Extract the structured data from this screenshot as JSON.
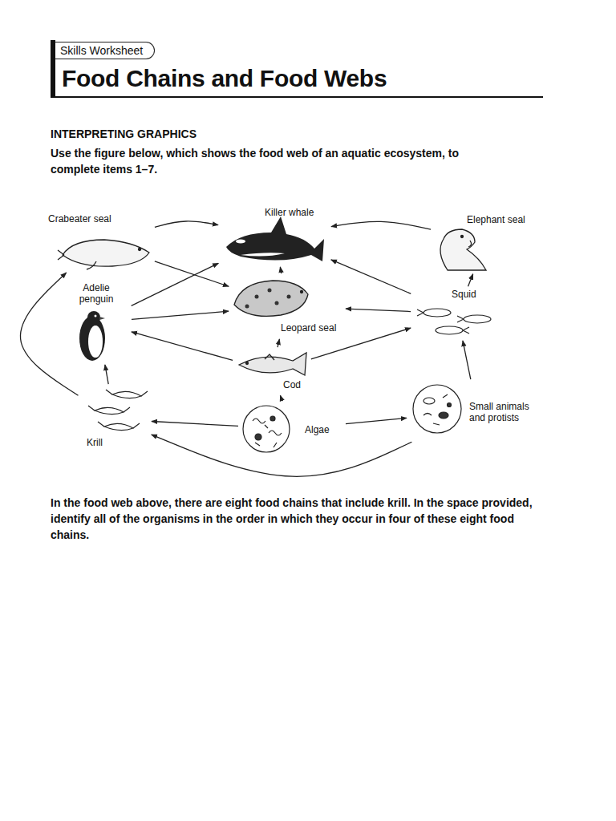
{
  "diagram": {
    "title": "Food Chains and Food Webs",
    "nodes": [
      {
        "text": [
          "Crabeater seal"
        ]
      },
      {
        "text": [
          "Killer whale"
        ]
      },
      {
        "text": [
          "Elephant seal"
        ]
      },
      {
        "text": [
          "Adelie penguin"
        ]
      },
      {
        "text": [
          "Leopard seal"
        ]
      },
      {
        "text": [
          "Squid"
        ]
      },
      {
        "text": [
          "Cod"
        ]
      },
      {
        "text": [
          "Krill"
        ]
      },
      {
        "text": [
          "Algae"
        ]
      },
      {
        "text": [
          "Small animals and protists"
        ]
      }
    ],
    "edges": [
      {
        "from": 0,
        "to": 1,
        "arrow": "to"
      },
      {
        "from": 0,
        "to": 4,
        "arrow": "to"
      },
      {
        "from": 3,
        "to": 1,
        "arrow": "to"
      },
      {
        "from": 3,
        "to": 4,
        "arrow": "to"
      },
      {
        "from": 2,
        "to": 1,
        "arrow": "to"
      },
      {
        "from": 5,
        "to": 1,
        "arrow": "to"
      },
      {
        "from": 5,
        "to": 4,
        "arrow": "to"
      },
      {
        "from": 5,
        "to": 2,
        "arrow": "to"
      },
      {
        "from": 4,
        "to": 1,
        "arrow": "to"
      },
      {
        "from": 6,
        "to": 4,
        "arrow": "to"
      },
      {
        "from": 6,
        "to": 3,
        "arrow": "to"
      },
      {
        "from": 6,
        "to": 5,
        "arrow": "to"
      },
      {
        "from": 7,
        "to": 3,
        "arrow": "to"
      },
      {
        "from": 7,
        "to": 0,
        "arrow": "to"
      },
      {
        "from": 8,
        "to": 7,
        "arrow": "to"
      },
      {
        "from": 8,
        "to": 6,
        "arrow": "to"
      },
      {
        "from": 8,
        "to": 9,
        "arrow": "to"
      },
      {
        "from": 9,
        "to": 7,
        "arrow": "to"
      },
      {
        "from": 9,
        "to": 5,
        "arrow": "to"
      }
    ],
    "labels": [
      "Skills Worksheet",
      "INTERPRETING GRAPHICS",
      "Use the figure below, which shows the food web of an aquatic ecosystem, to complete items 1–7.",
      "In the food web above, there are eight food chains that include krill. In the space provided, identify all of the organisms in the order in which they occur in four of these eight food chains."
    ]
  }
}
